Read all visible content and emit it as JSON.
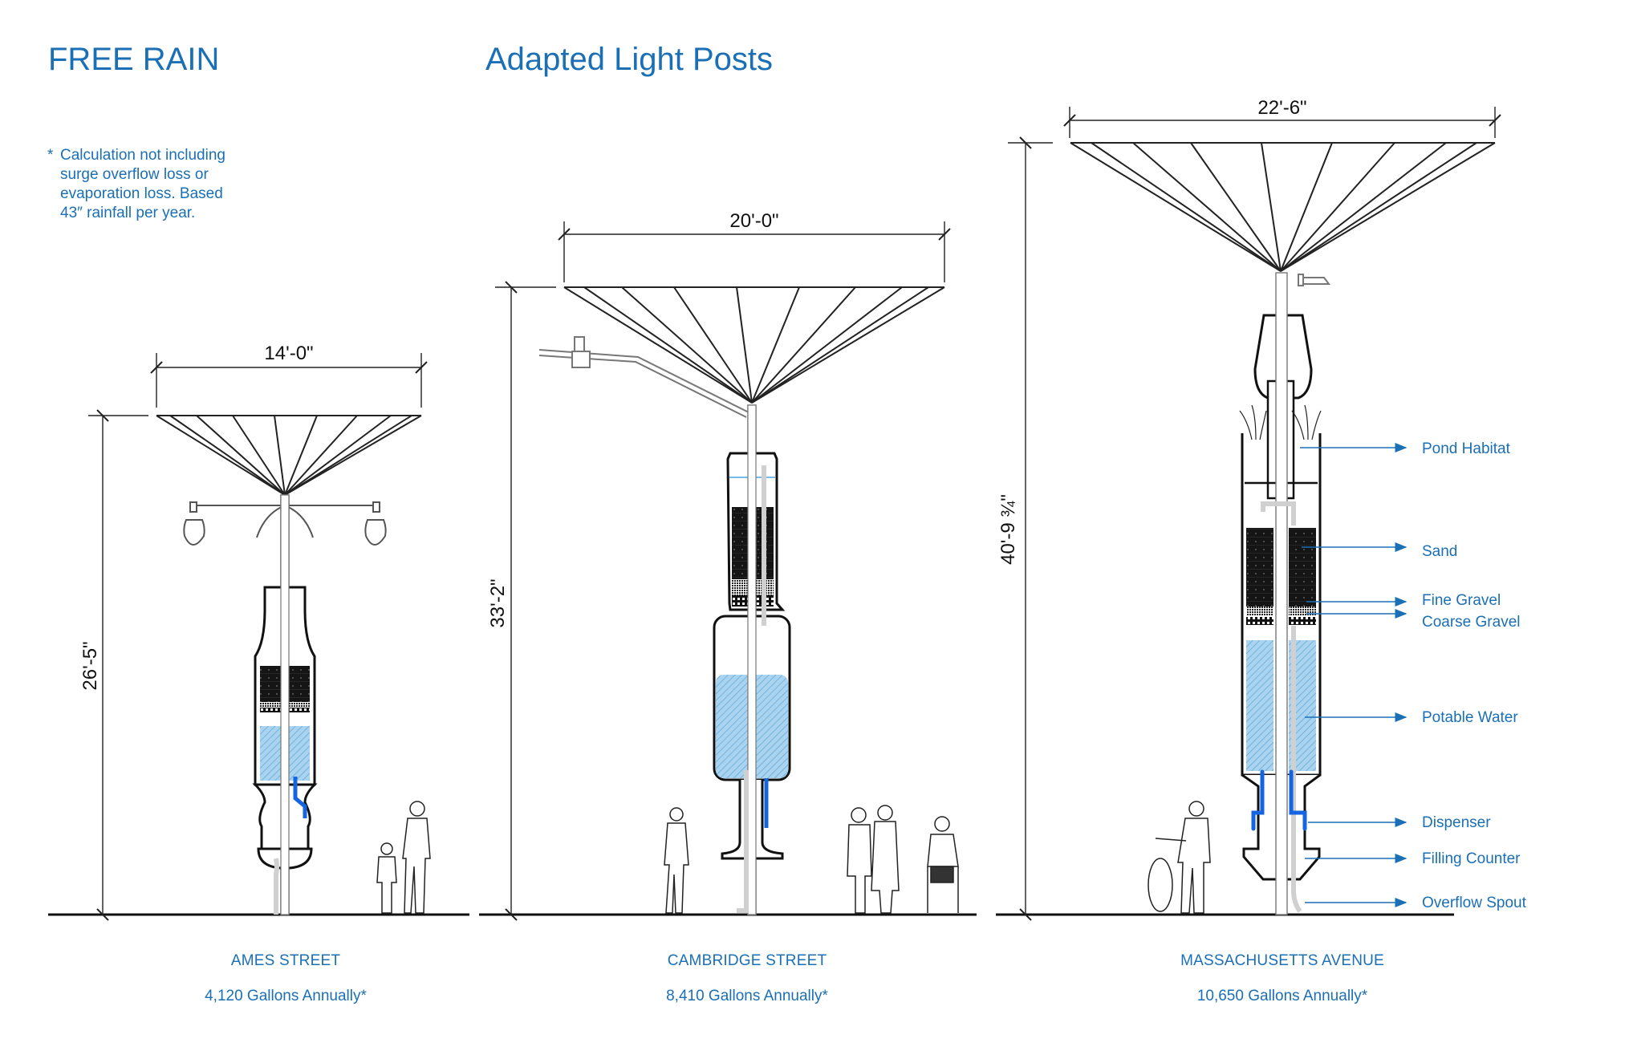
{
  "header": {
    "title": "FREE RAIN",
    "subtitle": "Adapted Light Posts"
  },
  "footnote": {
    "marker": "*",
    "lines": [
      "Calculation not including",
      "surge overflow loss or",
      "evaporation loss. Based",
      "43″ rainfall per year."
    ]
  },
  "posts": [
    {
      "name": "AMES STREET",
      "gallons": "4,120 Gallons Annually*",
      "canopy_width": "14'-0\"",
      "height": "26'-5\"",
      "fill_level": 0.62
    },
    {
      "name": "CAMBRIDGE STREET",
      "gallons": "8,410  Gallons Annually*",
      "canopy_width": "20'-0\"",
      "height": "33'-2\"",
      "fill_level": 0.68
    },
    {
      "name": "MASSACHUSETTS AVENUE",
      "gallons": "10,650 Gallons Annually*",
      "canopy_width": "22'-6\"",
      "height": "40'-9 ¾\"",
      "fill_level": 0.85
    }
  ],
  "component_labels": [
    "Pond Habitat",
    "Sand",
    "Fine Gravel",
    "Coarse Gravel",
    "Potable Water",
    "Dispenser",
    "Filling Counter",
    "Overflow Spout"
  ],
  "colors": {
    "text_blue": "#1b6fb5",
    "water": "#a9d3ee",
    "dispenser": "#1565e0",
    "line": "#111111",
    "pipe_gray": "#cfcfcf"
  }
}
